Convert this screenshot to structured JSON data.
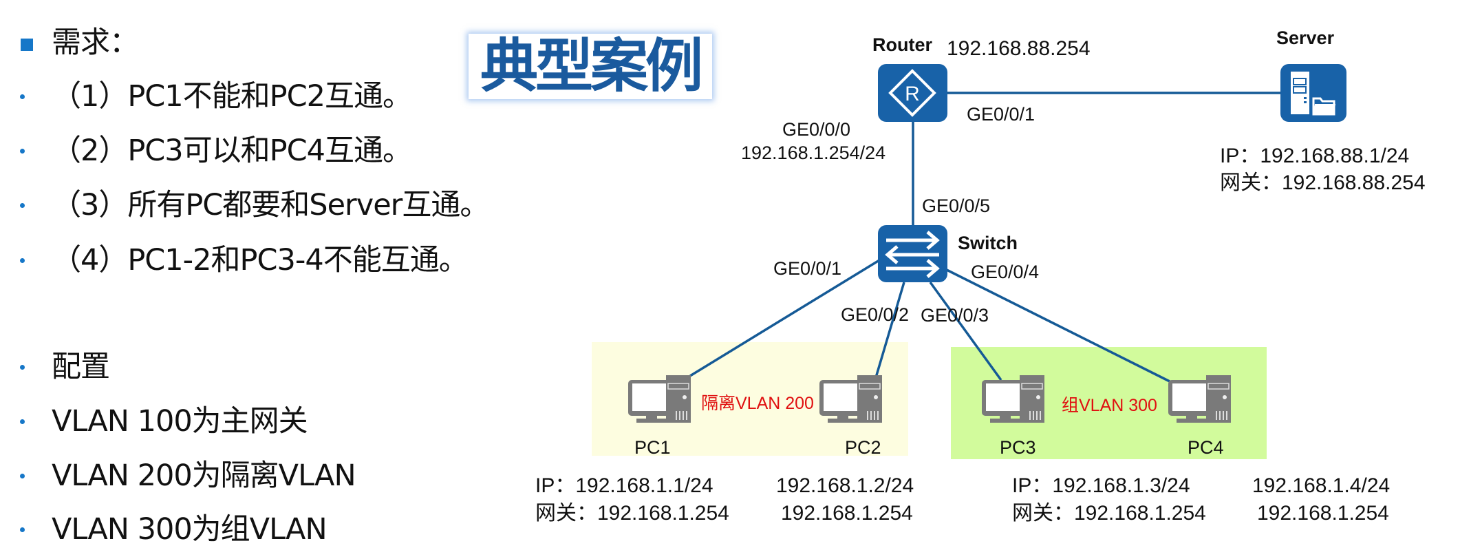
{
  "title": "典型案例",
  "requirements": {
    "heading": "需求：",
    "items": [
      "（1）PC1不能和PC2互通。",
      "（2）PC3可以和PC4互通。",
      "（3）所有PC都要和Server互通。",
      "（4）PC1-2和PC3-4不能互通。"
    ]
  },
  "config": {
    "heading": "配置",
    "items": [
      "VLAN 100为主网关",
      "VLAN 200为隔离VLAN",
      "VLAN 300为组VLAN"
    ]
  },
  "colors": {
    "device_blue": "#1862a8",
    "link_blue": "#155a96",
    "isolated_zone": "#fdfde0",
    "group_zone": "#d2fb9c",
    "vlan_label_red": "#e01010",
    "title_blue": "#1a5a9e"
  },
  "topology": {
    "router": {
      "label": "Router",
      "icon": "router-icon",
      "ip": "192.168.88.254",
      "ports": {
        "to_server": "GE0/0/1",
        "to_switch": "GE0/0/0",
        "to_switch_ip": "192.168.1.254/24"
      }
    },
    "server": {
      "label": "Server",
      "icon": "server-icon",
      "ip_line": "IP：192.168.88.1/24",
      "gateway_line": "网关：192.168.88.254"
    },
    "switch": {
      "label": "Switch",
      "icon": "switch-icon",
      "ports": {
        "uplink": "GE0/0/5",
        "pc1": "GE0/0/1",
        "pc2": "GE0/0/2",
        "pc3": "GE0/0/3",
        "pc4": "GE0/0/4"
      }
    },
    "zones": [
      {
        "label": "隔离VLAN 200"
      },
      {
        "label": "组VLAN 300"
      }
    ],
    "pcs": [
      {
        "name": "PC1",
        "icon": "pc-icon"
      },
      {
        "name": "PC2",
        "icon": "pc-icon"
      },
      {
        "name": "PC3",
        "icon": "pc-icon"
      },
      {
        "name": "PC4",
        "icon": "pc-icon"
      }
    ],
    "address_blocks": [
      {
        "ip_line": "IP：192.168.1.1/24",
        "ip_line2": "192.168.1.2/24",
        "gw_line": "网关：192.168.1.254",
        "gw_line2": "192.168.1.254"
      },
      {
        "ip_line": "IP：192.168.1.3/24",
        "ip_line2": "192.168.1.4/24",
        "gw_line": "网关：192.168.1.254",
        "gw_line2": "192.168.1.254"
      }
    ]
  }
}
